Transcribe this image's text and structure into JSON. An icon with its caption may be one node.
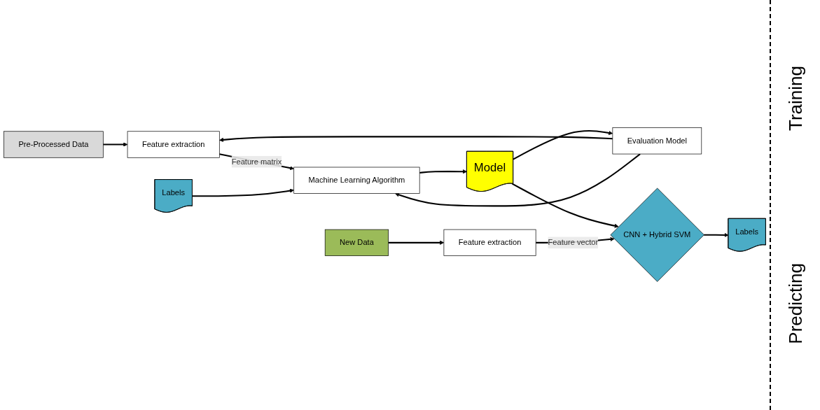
{
  "diagram": {
    "nodes": [
      {
        "text": [
          "Pre-Processed Data"
        ]
      },
      {
        "text": [
          "Feature extraction"
        ]
      },
      {
        "text": [
          "Labels"
        ]
      },
      {
        "text": [
          "Machine Learning Algorithm"
        ]
      },
      {
        "text": [
          "Model"
        ]
      },
      {
        "text": [
          "Evaluation Model"
        ]
      },
      {
        "text": [
          "New Data"
        ]
      },
      {
        "text": [
          "Feature extraction"
        ]
      },
      {
        "text": [
          "CNN + Hybrid SVM"
        ]
      },
      {
        "text": [
          "Labels"
        ]
      }
    ],
    "edges": [
      {
        "from": 0,
        "to": 1,
        "arrow": "to"
      },
      {
        "from": 1,
        "to": 3,
        "arrow": "to",
        "label": "Feature matrix"
      },
      {
        "from": 2,
        "to": 3,
        "arrow": "to"
      },
      {
        "from": 3,
        "to": 4,
        "arrow": "to"
      },
      {
        "from": 4,
        "to": 5,
        "arrow": "to"
      },
      {
        "from": 5,
        "to": 1,
        "arrow": "to"
      },
      {
        "from": 5,
        "to": 3,
        "arrow": "to"
      },
      {
        "from": 4,
        "to": 8,
        "arrow": "to"
      },
      {
        "from": 6,
        "to": 7,
        "arrow": "to"
      },
      {
        "from": 7,
        "to": 8,
        "arrow": "to",
        "label": "Feature vector"
      },
      {
        "from": 8,
        "to": 9,
        "arrow": "to"
      }
    ],
    "labels": [
      "Training",
      "Predicting"
    ]
  }
}
